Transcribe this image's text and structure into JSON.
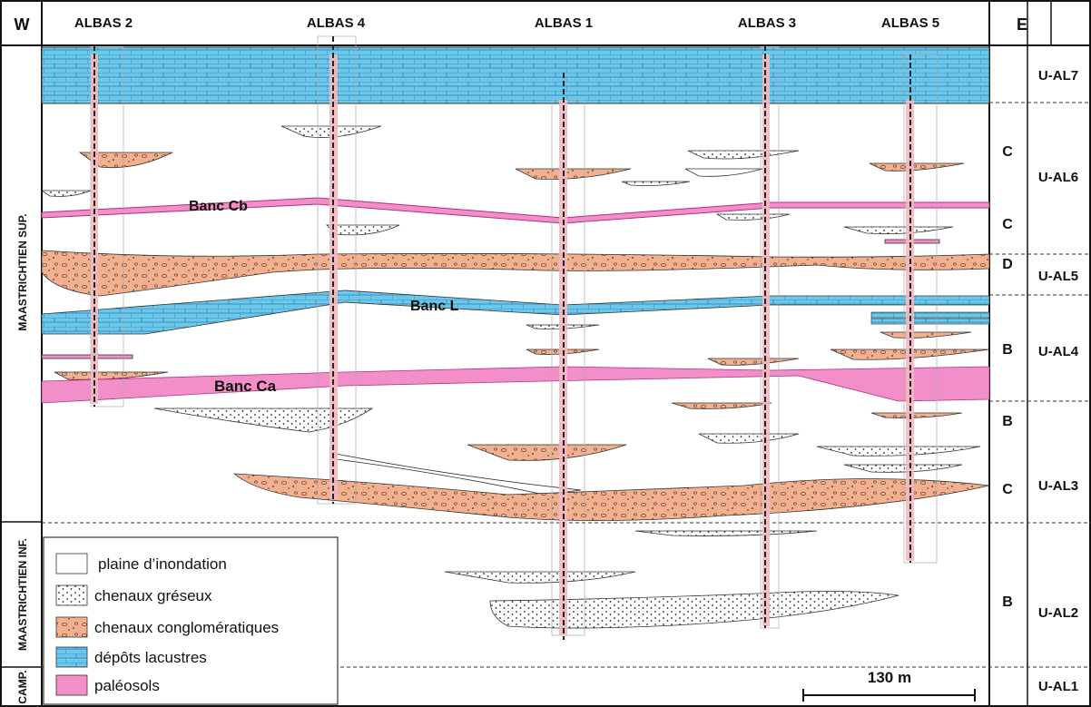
{
  "frame": {
    "west_label": "W",
    "east_label": "E"
  },
  "wells": [
    "ALBAS 2",
    "ALBAS 4",
    "ALBAS 1",
    "ALBAS 3",
    "ALBAS 5"
  ],
  "stages": {
    "maastrichtien_sup": "MAASTRICHTIEN SUP.",
    "maastrichtien_inf": "MAASTRICHTIEN INF.",
    "campanien": "CAMP."
  },
  "units": [
    "U-AL7",
    "U-AL6",
    "U-AL5",
    "U-AL4",
    "U-AL3",
    "U-AL2",
    "U-AL1"
  ],
  "facies_codes": [
    "C",
    "C",
    "D",
    "B",
    "B",
    "C",
    "B"
  ],
  "beds": {
    "banc_cb": "Banc Cb",
    "banc_l": "Banc L",
    "banc_ca": "Banc Ca"
  },
  "legend": [
    {
      "label": "plaine d’inondation",
      "color": "#ffffff"
    },
    {
      "label": "chenaux gréseux",
      "color": "#ffffff"
    },
    {
      "label": "chenaux conglomératiques",
      "color": "#f2b08f"
    },
    {
      "label": "dépôts lacustres",
      "color": "#6cc8ea"
    },
    {
      "label": "paléosols",
      "color": "#f28ec8"
    }
  ],
  "scale_bar": "130 m",
  "colors": {
    "lacustrine": "#6cc8ea",
    "conglomerate": "#f2b08f",
    "paleosol": "#f28ec8",
    "banc_cb_line": "#d0409a"
  }
}
